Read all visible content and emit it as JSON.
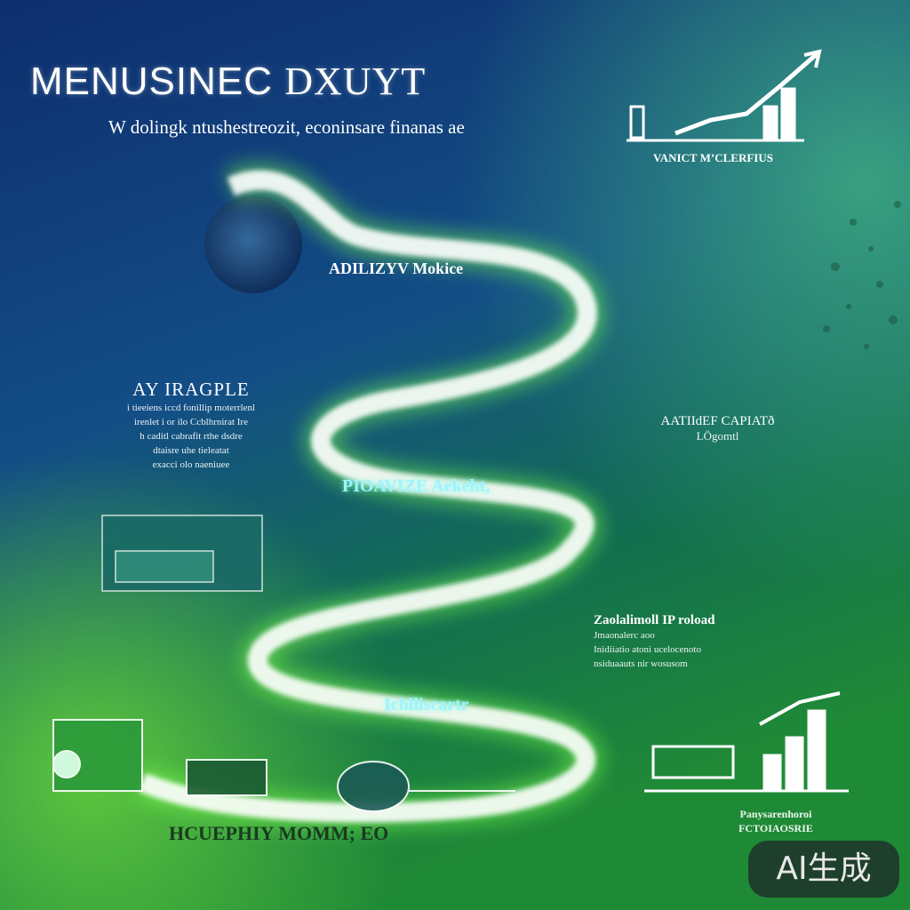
{
  "title": {
    "main": "MENUSINEC",
    "thin": "DXUYT"
  },
  "subtitle": "W dolingk ntushestreozit, econinsare finanas ae",
  "top_chart_caption": "VANICT M’CLERFIUS",
  "path_labels": [
    "ADILIZYV Mokice",
    "PIOAVIZE Aekeht,",
    "Ichlliscartr",
    "HCUEPHIY MOMM; EO"
  ],
  "left_block": {
    "heading": "AY IRAGPLE",
    "lines": [
      "i tieeiens iccd fonillip moterrlenl",
      "irenlet i or ilo Ccblhrnirat Ire",
      "h caditl cabrafit rthe dsdre",
      "dtaisre uhe tieleatat",
      "exacci olo naeniuee"
    ]
  },
  "right_mid": {
    "heading": "AATIIdEF CAPIATð",
    "sub": "LÖgomtl"
  },
  "right_block": {
    "heading": "Zaolalimoll IP roload",
    "lines": [
      "Jmaonalerc aoo",
      "Inidiiatio atoni ucelocenoto",
      "nsiduaauts nir wosusom"
    ]
  },
  "bottom_chart_caption": [
    "Panysarenhoroi",
    "FCTOIAOSRIE"
  ],
  "badge": "AI生成",
  "colors": {
    "bg_top": "#123a78",
    "bg_bottom": "#1f8a3a",
    "glow_green": "#7dff4e",
    "glow_cyan": "#9ff3ff"
  },
  "icons": [
    "line-chart-icon",
    "globe-icon",
    "factory-icon",
    "lab-equipment-icon",
    "bar-chart-icon"
  ]
}
